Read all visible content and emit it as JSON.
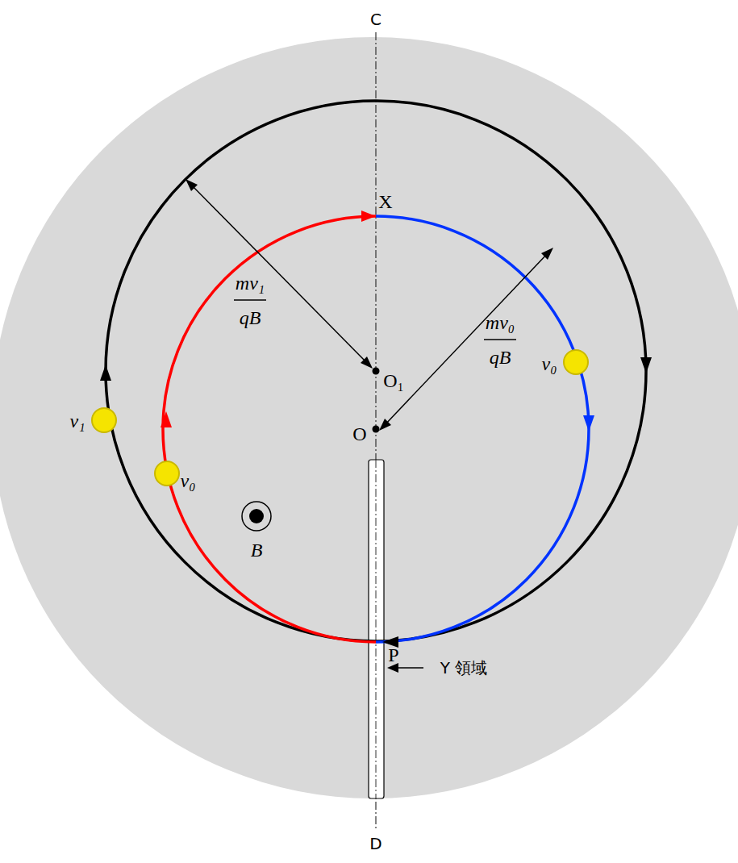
{
  "diagram": {
    "labels": [
      "C",
      "X",
      "mv₁",
      "qB",
      "O₁",
      "mv₀",
      "qB",
      "v₀",
      "O",
      "v₁",
      "v₀",
      "B",
      "P",
      "Y 領域",
      "D"
    ]
  }
}
